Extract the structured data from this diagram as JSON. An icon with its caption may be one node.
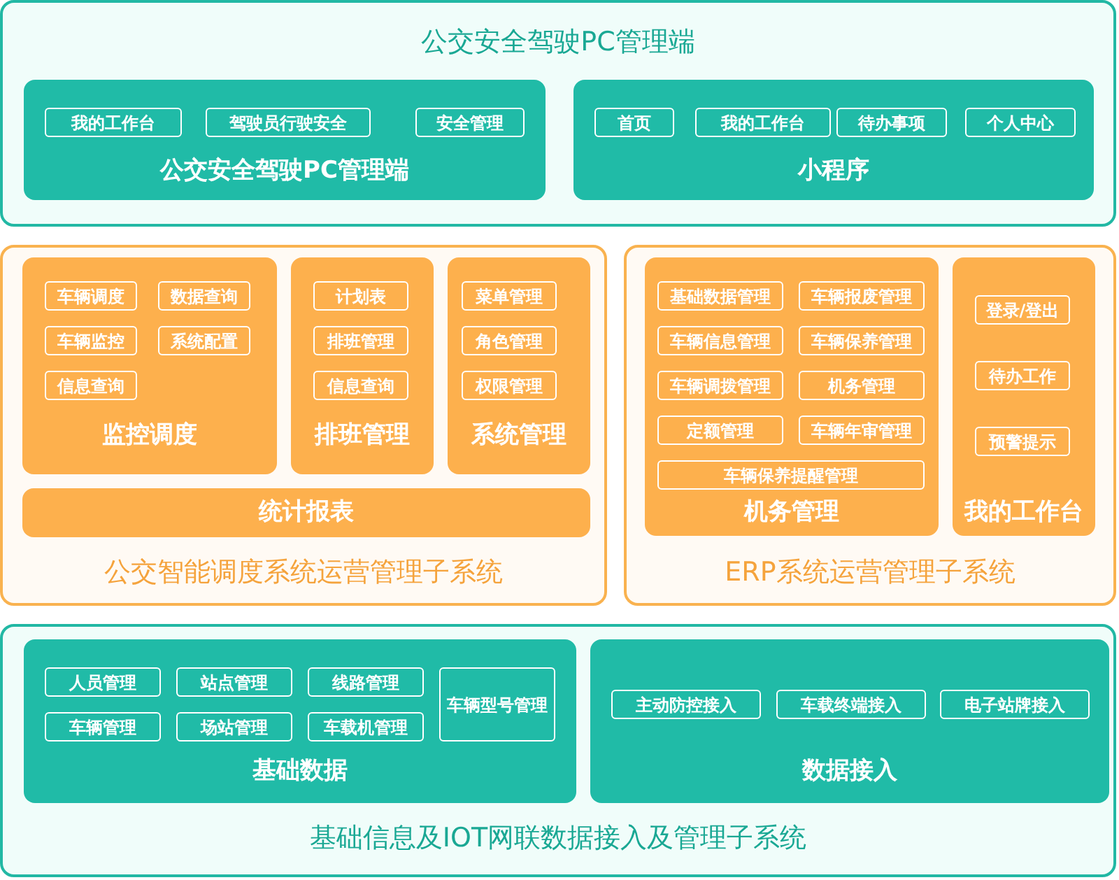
{
  "diagram": {
    "nodes": [
      {
        "text": [
          "公交安全驾驶PC管理端"
        ]
      },
      {
        "text": [
          "公交安全驾驶PC管理端"
        ],
        "in": 0
      },
      {
        "text": [
          "我的工作台"
        ],
        "in": 1
      },
      {
        "text": [
          "驾驶员行驶安全"
        ],
        "in": 1
      },
      {
        "text": [
          "安全管理"
        ],
        "in": 1
      },
      {
        "text": [
          "小程序"
        ],
        "in": 0
      },
      {
        "text": [
          "首页"
        ],
        "in": 5
      },
      {
        "text": [
          "我的工作台"
        ],
        "in": 5
      },
      {
        "text": [
          "待办事项"
        ],
        "in": 5
      },
      {
        "text": [
          "个人中心"
        ],
        "in": 5
      },
      {
        "text": [
          "公交智能调度系统运营管理子系统"
        ]
      },
      {
        "text": [
          "监控调度"
        ],
        "in": 10
      },
      {
        "text": [
          "车辆调度"
        ],
        "in": 11
      },
      {
        "text": [
          "数据查询"
        ],
        "in": 11
      },
      {
        "text": [
          "车辆监控"
        ],
        "in": 11
      },
      {
        "text": [
          "系统配置"
        ],
        "in": 11
      },
      {
        "text": [
          "信息查询"
        ],
        "in": 11
      },
      {
        "text": [
          "排班管理"
        ],
        "in": 10
      },
      {
        "text": [
          "计划表"
        ],
        "in": 17
      },
      {
        "text": [
          "排班管理"
        ],
        "in": 17
      },
      {
        "text": [
          "信息查询"
        ],
        "in": 17
      },
      {
        "text": [
          "系统管理"
        ],
        "in": 10
      },
      {
        "text": [
          "菜单管理"
        ],
        "in": 21
      },
      {
        "text": [
          "角色管理"
        ],
        "in": 21
      },
      {
        "text": [
          "权限管理"
        ],
        "in": 21
      },
      {
        "text": [
          "统计报表"
        ],
        "in": 10
      },
      {
        "text": [
          "ERP系统运营管理子系统"
        ]
      },
      {
        "text": [
          "机务管理"
        ],
        "in": 26
      },
      {
        "text": [
          "基础数据管理"
        ],
        "in": 27
      },
      {
        "text": [
          "车辆报废管理"
        ],
        "in": 27
      },
      {
        "text": [
          "车辆信息管理"
        ],
        "in": 27
      },
      {
        "text": [
          "车辆保养管理"
        ],
        "in": 27
      },
      {
        "text": [
          "车辆调拨管理"
        ],
        "in": 27
      },
      {
        "text": [
          "机务管理"
        ],
        "in": 27
      },
      {
        "text": [
          "定额管理"
        ],
        "in": 27
      },
      {
        "text": [
          "车辆年审管理"
        ],
        "in": 27
      },
      {
        "text": [
          "车辆保养提醒管理"
        ],
        "in": 27
      },
      {
        "text": [
          "我的工作台"
        ],
        "in": 26
      },
      {
        "text": [
          "登录/登出"
        ],
        "in": 37
      },
      {
        "text": [
          "待办工作"
        ],
        "in": 37
      },
      {
        "text": [
          "预警提示"
        ],
        "in": 37
      },
      {
        "text": [
          "基础信息及IOT网联数据接入及管理子系统"
        ]
      },
      {
        "text": [
          "基础数据"
        ],
        "in": 41
      },
      {
        "text": [
          "人员管理"
        ],
        "in": 42
      },
      {
        "text": [
          "站点管理"
        ],
        "in": 42
      },
      {
        "text": [
          "线路管理"
        ],
        "in": 42
      },
      {
        "text": [
          "车辆型号管理"
        ],
        "in": 42
      },
      {
        "text": [
          "车辆管理"
        ],
        "in": 42
      },
      {
        "text": [
          "场站管理"
        ],
        "in": 42
      },
      {
        "text": [
          "车载机管理"
        ],
        "in": 42
      },
      {
        "text": [
          "数据接入"
        ],
        "in": 41
      },
      {
        "text": [
          "主动防控接入"
        ],
        "in": 50
      },
      {
        "text": [
          "车载终端接入"
        ],
        "in": 50
      },
      {
        "text": [
          "电子站牌接入"
        ],
        "in": 50
      }
    ]
  }
}
